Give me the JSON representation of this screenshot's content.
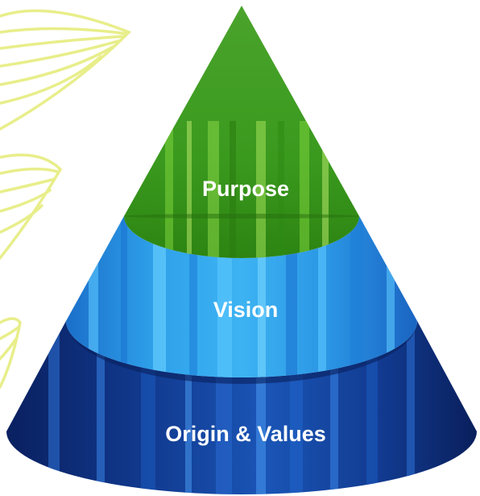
{
  "diagram": {
    "tiers": [
      {
        "label": "Purpose",
        "color": "#3f9a28"
      },
      {
        "label": "Vision",
        "color": "#2a8fe0"
      },
      {
        "label": "Origin & Values",
        "color": "#0d2a78"
      }
    ],
    "decoration_color": "#e8ee8a"
  }
}
